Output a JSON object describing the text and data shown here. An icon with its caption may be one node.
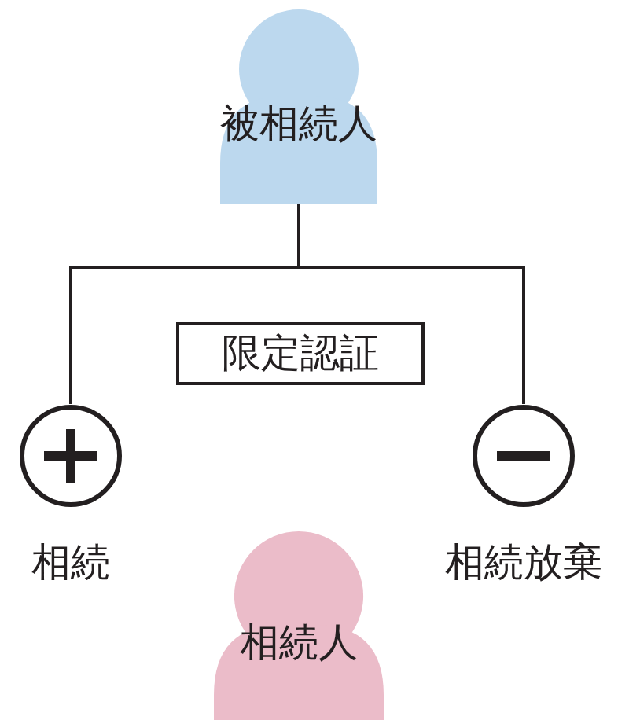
{
  "diagram": {
    "nodes": [
      {
        "text": [
          "被相続人"
        ]
      },
      {
        "text": [],
        "shape": "circle",
        "beside": [
          "相続"
        ]
      },
      {
        "text": [],
        "shape": "circle",
        "beside": [
          "相続放棄"
        ]
      },
      {
        "text": [
          "限定認証"
        ]
      },
      {
        "text": [
          "相続人"
        ]
      }
    ],
    "edges": [
      {
        "from": 0,
        "to": 1,
        "arrow": "none"
      },
      {
        "from": 0,
        "to": 2,
        "arrow": "none"
      }
    ]
  }
}
